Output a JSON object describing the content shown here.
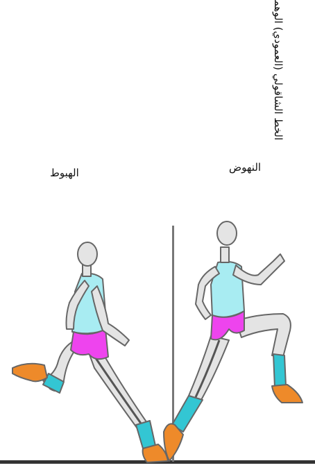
{
  "labels": {
    "landing": "الهبوط",
    "takeoff": "النهوض",
    "vertical_line": "الخط الشاقولي (العمودي) الوهمي"
  },
  "colors": {
    "skin": "#e4e4e4",
    "outline": "#666666",
    "shirt": "#a8ecf2",
    "shorts": "#ee44ee",
    "sock": "#33c6d3",
    "shoe": "#ee8a2a",
    "leg_line": "#555555",
    "ground": "#333333",
    "vertical_line": "#777777"
  }
}
